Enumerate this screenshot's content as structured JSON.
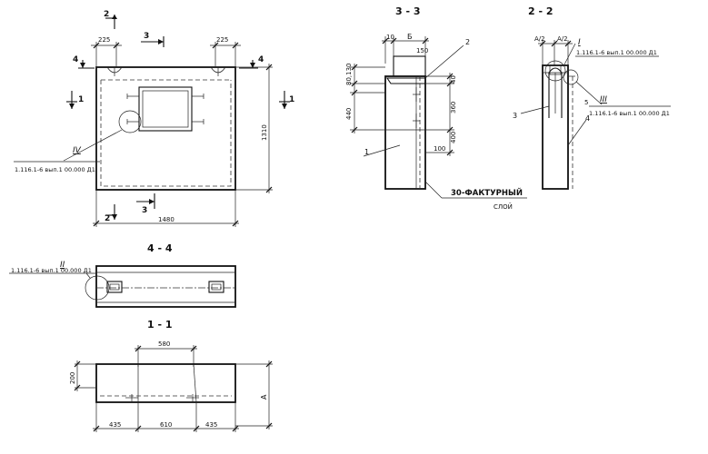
{
  "views": {
    "plan": {
      "dim_left": "225",
      "dim_right": "225",
      "width": "1480",
      "height": "1310",
      "cut_top_2": "2",
      "cut_top_3": "3",
      "cut_bottom_2": "2",
      "cut_bottom_3": "3",
      "cut_left_4": "4",
      "cut_right_4": "4",
      "cut_left_1": "1",
      "cut_right_1": "1",
      "node_roman": "IV",
      "node_ref": "1.116.1-6 вып.1 00.000 Д1"
    },
    "section_44": {
      "title": "4 - 4",
      "node_roman": "II",
      "node_ref": "1.116.1-6 вып.1 00.000 Д1"
    },
    "section_11": {
      "title": "1 - 1",
      "top_dim": "580",
      "thickness": "200",
      "bottom_left": "435",
      "bottom_mid": "610",
      "bottom_right": "435",
      "a_label": "А"
    },
    "section_33": {
      "title": "3 - 3",
      "dim_10": "10",
      "dim_b": "Б",
      "dim_150": "150",
      "dim_80_130": "80,130",
      "dim_40": "40",
      "dim_440": "440",
      "dim_360": "360",
      "dim_400": "400",
      "dim_100": "100",
      "pos_1": "1",
      "pos_2": "2",
      "texture_note": "30-ФАКТУРНЫЙ",
      "texture_note2": "СЛОЙ"
    },
    "section_22": {
      "title": "2 - 2",
      "dim_a2_left": "А/2",
      "dim_a2_right": "А/2",
      "node_i": "I",
      "node_i_ref": "1.116.1-6 вып.1 00.000 Д1",
      "node_iii": "III",
      "node_iii_ref": "1.116.1-6 вып.1 00.000 Д1",
      "pos_3": "3",
      "pos_4": "4",
      "pos_5": "5"
    }
  }
}
